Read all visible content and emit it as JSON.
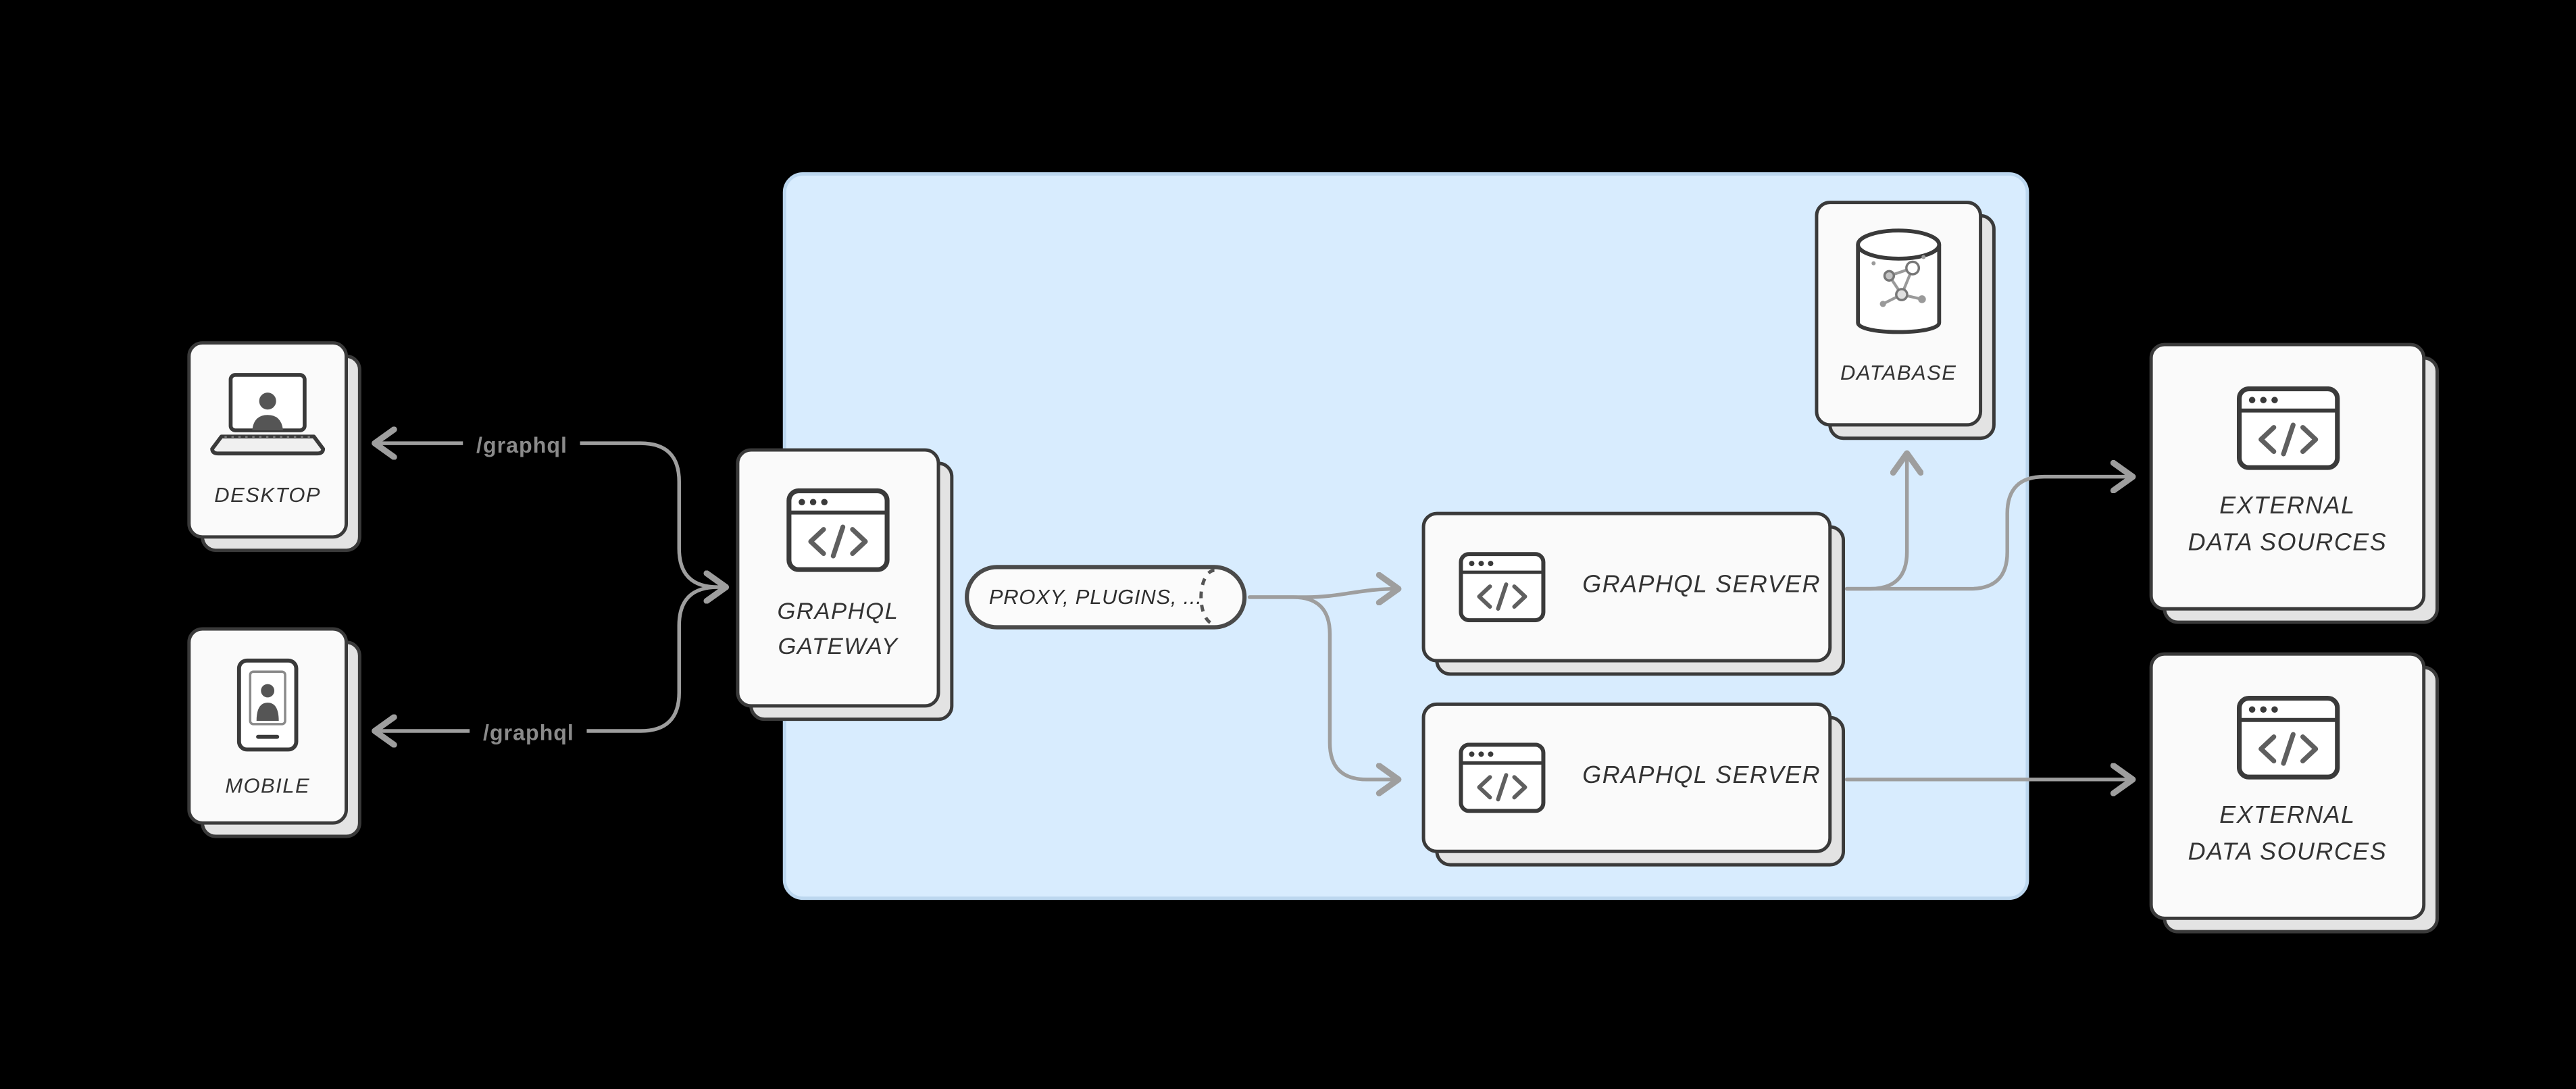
{
  "diagram": {
    "clients": [
      {
        "label": "DESKTOP",
        "icon": "laptop-user-icon",
        "route_label": "/graphql"
      },
      {
        "label": "MOBILE",
        "icon": "phone-user-icon",
        "route_label": "/graphql"
      }
    ],
    "gateway": {
      "label_line1": "GRAPHQL",
      "label_line2": "GATEWAY",
      "icon": "code-window-icon"
    },
    "pipeline": {
      "label": "PROXY, PLUGINS, ..."
    },
    "servers": [
      {
        "label": "GRAPHQL SERVER",
        "icon": "code-window-icon"
      },
      {
        "label": "GRAPHQL SERVER",
        "icon": "code-window-icon"
      }
    ],
    "database": {
      "label": "DATABASE",
      "icon": "database-network-icon"
    },
    "external_sources": [
      {
        "label_line1": "EXTERNAL",
        "label_line2": "DATA SOURCES",
        "icon": "code-window-icon"
      },
      {
        "label_line1": "EXTERNAL",
        "label_line2": "DATA SOURCES",
        "icon": "code-window-icon"
      }
    ],
    "colors": {
      "background": "#000000",
      "panel_fill": "#d8ecfe",
      "panel_border": "#bcd7ef",
      "card_fill": "#fafafa",
      "card_border": "#3a3a3a",
      "arrow": "#9e9e9e",
      "label_text": "#333333",
      "route_label_text": "#8a8a8a"
    }
  }
}
